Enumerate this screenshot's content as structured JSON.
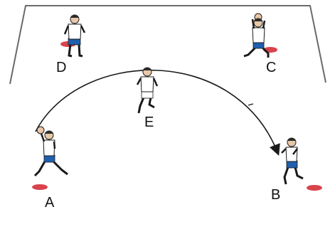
{
  "diagram": {
    "players": [
      {
        "id": "A",
        "label": "A",
        "has_cone": true,
        "action": "throwing"
      },
      {
        "id": "B",
        "label": "B",
        "has_cone": true,
        "action": "catching"
      },
      {
        "id": "C",
        "label": "C",
        "has_cone": true,
        "action": "waiting"
      },
      {
        "id": "D",
        "label": "D",
        "has_cone": true,
        "action": "waiting"
      },
      {
        "id": "E",
        "label": "E",
        "has_cone": false,
        "action": "running"
      }
    ],
    "pass": {
      "from": "A",
      "to": "B",
      "over": "E"
    },
    "colors": {
      "field_line": "#6b6b6b",
      "cone": "#d9434c",
      "shirt": "#ffffff",
      "shorts": "#1f5fae",
      "skin": "#e8c7a8",
      "hair": "#2a2a2a",
      "outline": "#1a1a1a",
      "arrow": "#1a1a1a"
    }
  }
}
